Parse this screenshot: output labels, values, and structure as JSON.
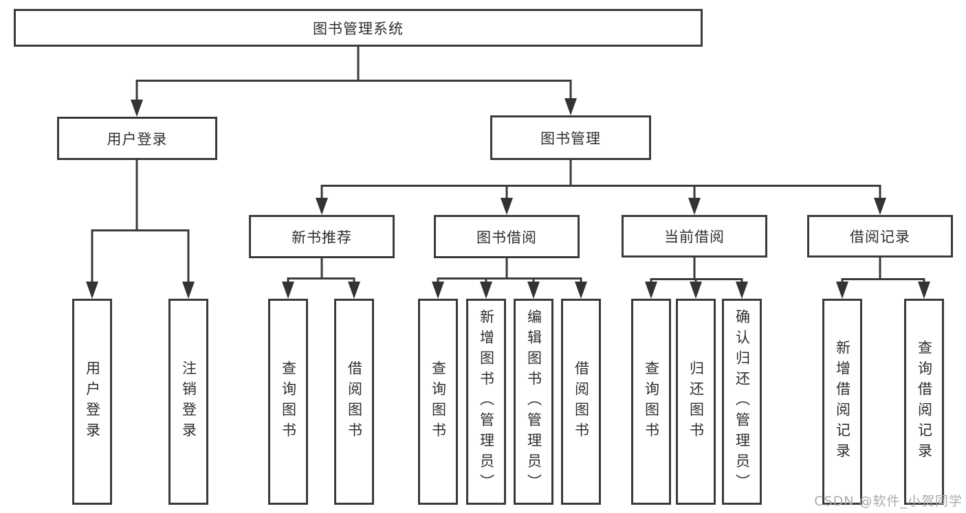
{
  "diagram": {
    "type": "hierarchy-tree",
    "colors": {
      "line": "#3a3a3a",
      "box_border": "#3a3a3a",
      "box_fill": "#ffffff",
      "text": "#2e2e2e",
      "watermark": "#aeaba9"
    },
    "watermark": "CSDN @软件_小贺同学",
    "tree": {
      "label": "图书管理系统",
      "children": [
        {
          "label": "用户登录",
          "children": [
            {
              "label": "用户登录"
            },
            {
              "label": "注销登录"
            }
          ]
        },
        {
          "label": "图书管理",
          "children": [
            {
              "label": "新书推荐",
              "children": [
                {
                  "label": "查询图书"
                },
                {
                  "label": "借阅图书"
                }
              ]
            },
            {
              "label": "图书借阅",
              "children": [
                {
                  "label": "查询图书"
                },
                {
                  "label": "新增图书（管理员）"
                },
                {
                  "label": "编辑图书（管理员）"
                },
                {
                  "label": "借阅图书"
                }
              ]
            },
            {
              "label": "当前借阅",
              "children": [
                {
                  "label": "查询图书"
                },
                {
                  "label": "归还图书"
                },
                {
                  "label": "确认归还（管理员）"
                }
              ]
            },
            {
              "label": "借阅记录",
              "children": [
                {
                  "label": "新增借阅记录"
                },
                {
                  "label": "查询借阅记录"
                }
              ]
            }
          ]
        }
      ]
    }
  }
}
